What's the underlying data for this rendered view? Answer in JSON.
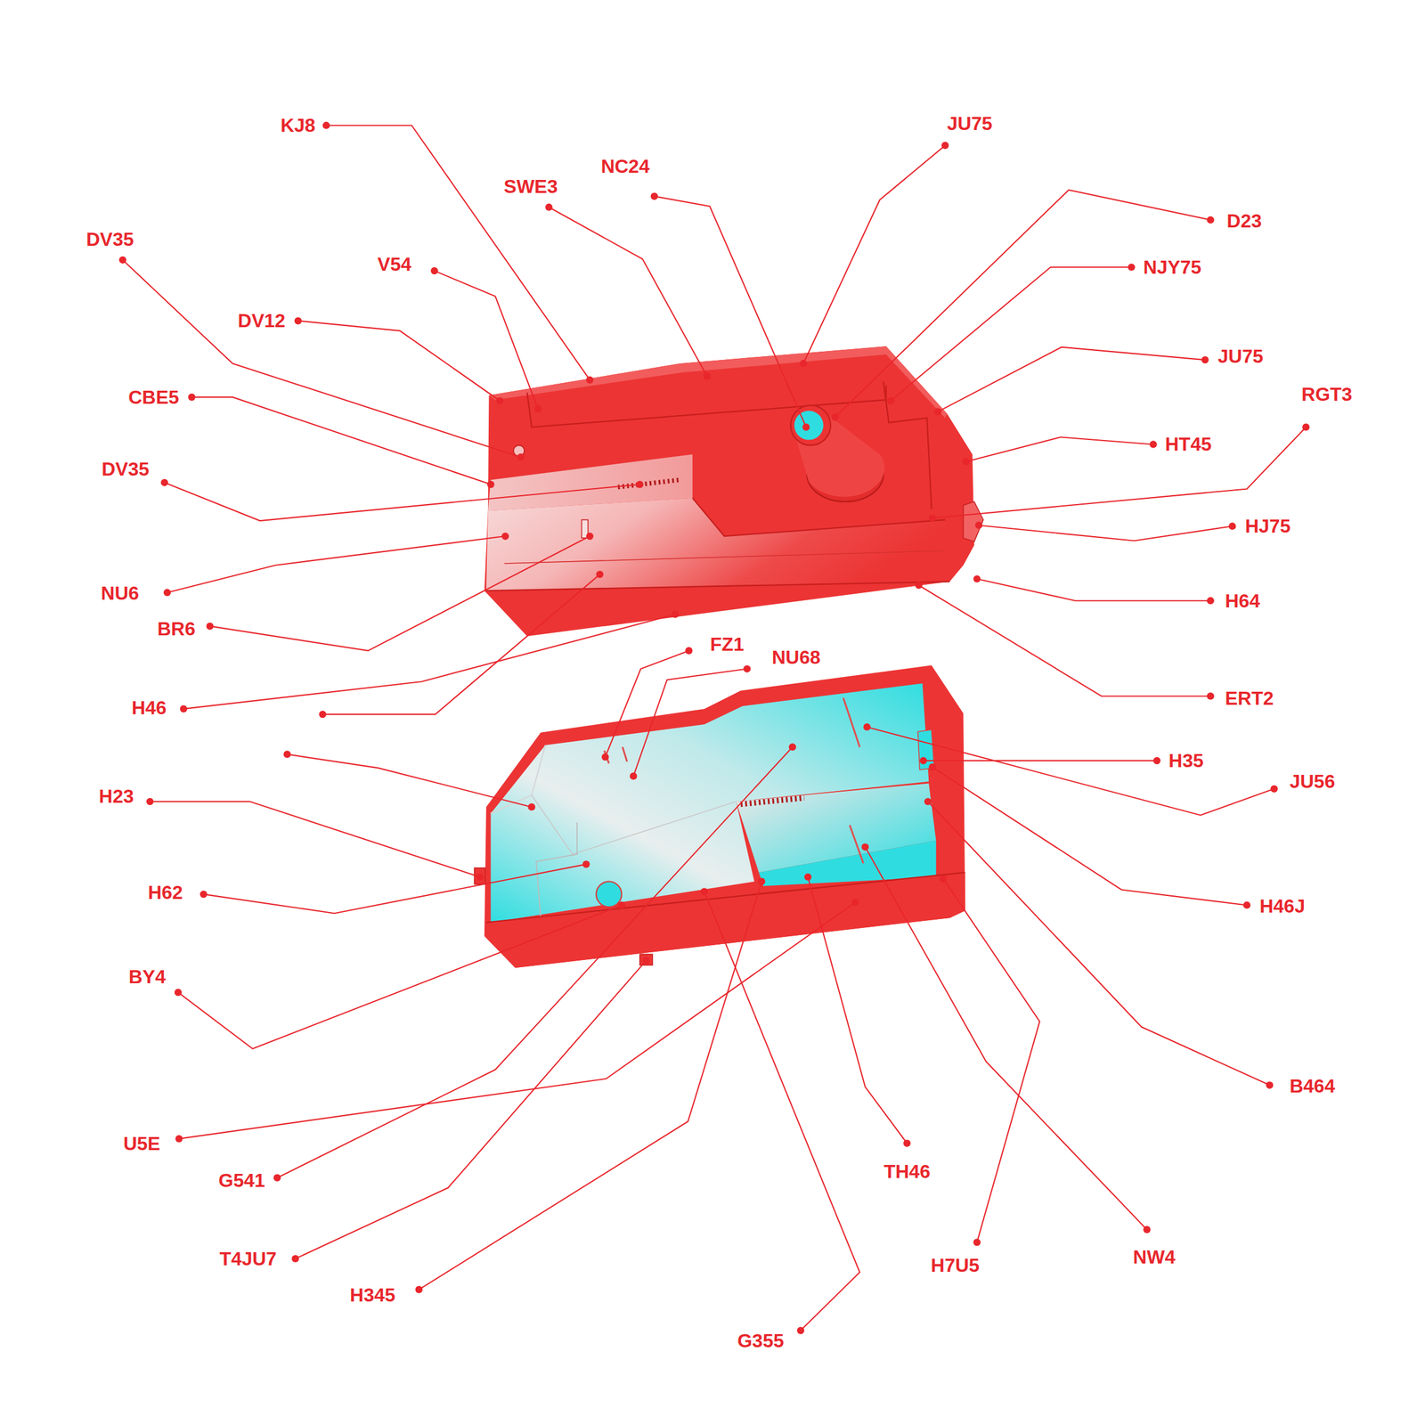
{
  "diagram": {
    "labels": [
      "KJ8",
      "JU75",
      "SWE3",
      "NC24",
      "D23",
      "DV35",
      "V54",
      "NJY75",
      "DV12",
      "JU75",
      "RGT3",
      "CBE5",
      "HT45",
      "DV35",
      "HJ75",
      "NU6",
      "BR6",
      "H64",
      "H46",
      "ERT2",
      "FZ1",
      "NU68",
      "H35",
      "JU56",
      "H23",
      "H62",
      "H46J",
      "BY4",
      "B464",
      "U5E",
      "TH46",
      "G541",
      "H7U5",
      "NW4",
      "T4JU7",
      "H345",
      "G355"
    ]
  }
}
